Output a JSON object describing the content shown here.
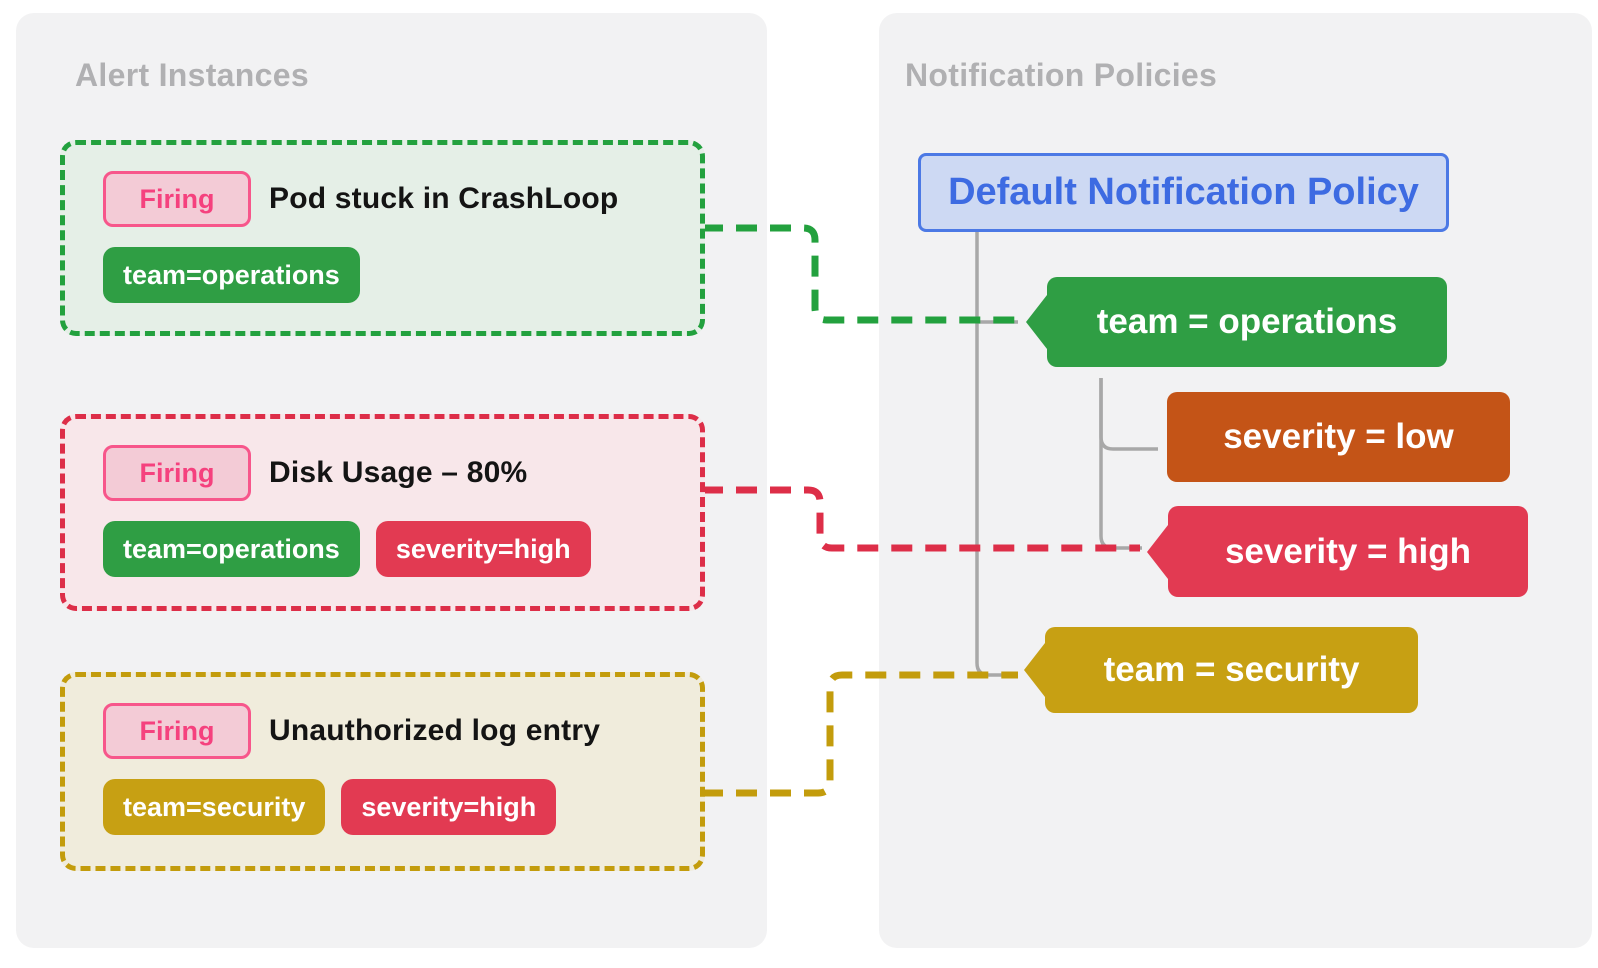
{
  "alert_panel": {
    "title": "Alert Instances"
  },
  "policy_panel": {
    "title": "Notification Policies"
  },
  "alerts": [
    {
      "status": "Firing",
      "title": "Pod stuck in CrashLoop",
      "labels": [
        {
          "text": "team=operations",
          "color": "#2f9e44"
        }
      ],
      "accent": "#23a13e"
    },
    {
      "status": "Firing",
      "title": "Disk Usage – 80%",
      "labels": [
        {
          "text": "team=operations",
          "color": "#2f9e44"
        },
        {
          "text": "severity=high",
          "color": "#e23a52"
        }
      ],
      "accent": "#dd2e48"
    },
    {
      "status": "Firing",
      "title": "Unauthorized log entry",
      "labels": [
        {
          "text": "team=security",
          "color": "#c7a013"
        },
        {
          "text": "severity=high",
          "color": "#e23a52"
        }
      ],
      "accent": "#c39c0c"
    }
  ],
  "policy_tree": {
    "root": {
      "label": "Default Notification Policy"
    },
    "nodes": [
      {
        "label": "team = operations",
        "color": "#2f9e44"
      },
      {
        "label": "severity = low",
        "color": "#c45417"
      },
      {
        "label": "severity = high",
        "color": "#e23a52"
      },
      {
        "label": "team = security",
        "color": "#c7a013"
      }
    ]
  },
  "colors": {
    "panel_background": "#f2f2f3",
    "panel_title": "#b0b0b2",
    "firing_pink": "#f5417e",
    "firing_badge_fill": "#f3cbd6",
    "root_policy_fill": "#cdd9f3",
    "root_policy_border": "#4c79e5",
    "root_policy_text": "#3d6be2",
    "tree_line_gray": "#a8a8a8",
    "alert_green_fill": "#e5efe7",
    "alert_red_fill": "#f8e7ea",
    "alert_gold_fill": "#f0ecdc"
  }
}
